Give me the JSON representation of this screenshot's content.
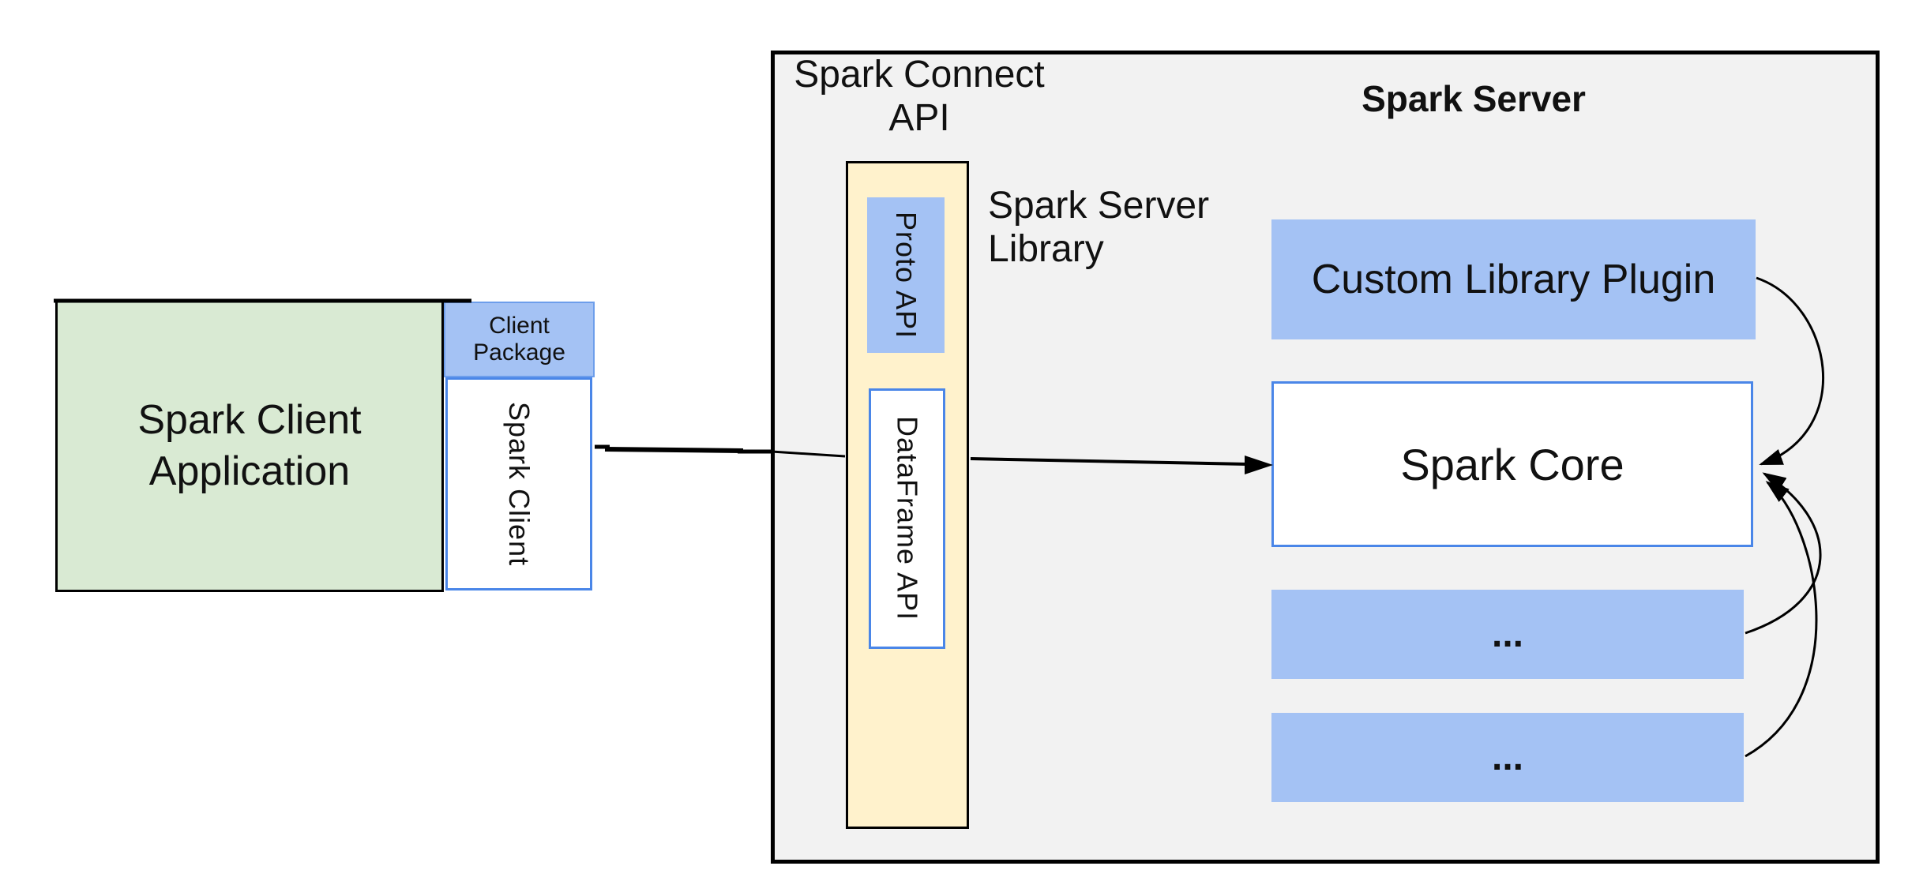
{
  "client_app": {
    "title": "Spark Client\nApplication",
    "package_label": "Client\nPackage",
    "spark_client_label": "Spark Client"
  },
  "connect": {
    "api_label": "Spark Connect\nAPI",
    "proto_api_label": "Proto API",
    "dataframe_api_label": "DataFrame API",
    "server_library_label": "Spark Server\nLibrary"
  },
  "server": {
    "title": "Spark Server",
    "plugin_label": "Custom Library Plugin",
    "core_label": "Spark Core",
    "more_top_label": "...",
    "more_bottom_label": "..."
  },
  "colors": {
    "blue_fill": "#a4c2f4",
    "blue_border": "#4a86e8",
    "package_border": "#6d9eeb",
    "green_fill": "#d9ead3",
    "yellow_fill": "#fff2cc",
    "gray_fill": "#f2f2f2",
    "line_black": "#000000"
  }
}
